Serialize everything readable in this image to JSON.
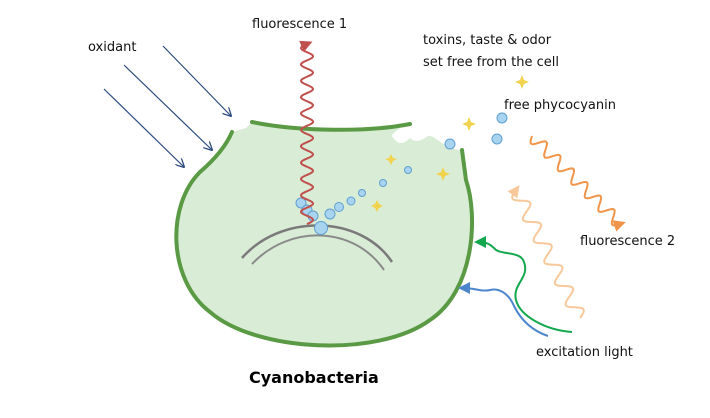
{
  "labels": {
    "oxidant": "oxidant",
    "fluorescence_1": "fluorescence 1",
    "toxins_line1": "toxins, taste & odor",
    "toxins_line2": "set free from the cell",
    "free_phycocyanin": "free phycocyanin",
    "fluorescence_2": "fluorescence 2",
    "excitation_light": "excitation light",
    "title": "Cyanobacteria"
  },
  "colors": {
    "cell_fill": "#d9ecd5",
    "cell_outline": "#5a9a45",
    "oxidant_arrows": "#2b4a80",
    "fluorescence_1": "#c0504d",
    "fluorescence_2": "#f0954a",
    "fluorescence_2_faded": "#f7c99a",
    "excitation_green": "#14a84e",
    "excitation_blue": "#4d86cc",
    "phycocyanin": "#a9d4f0",
    "phycocyanin_outline": "#5f9fcf",
    "sparkle": "#f2d34f",
    "thylakoid": "#777777"
  },
  "icons": {
    "sparkle": "sparkle-star-icon",
    "phycocyanin": "phycocyanin-particle-icon"
  }
}
